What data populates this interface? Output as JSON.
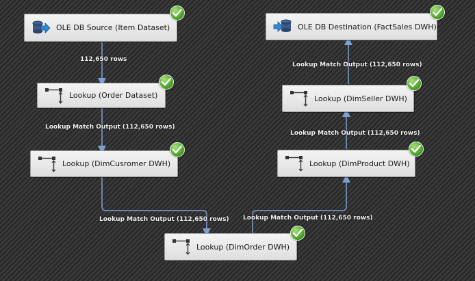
{
  "nodes": {
    "source": {
      "label": "OLE DB Source (Item Dataset)",
      "icon": "database-source-icon"
    },
    "lookup_order": {
      "label": "Lookup (Order Dataset)",
      "icon": "lookup-icon"
    },
    "lookup_customer": {
      "label": "Lookup (DimCusromer DWH)",
      "icon": "lookup-icon"
    },
    "lookup_dimorder": {
      "label": "Lookup (DimOrder DWH)",
      "icon": "lookup-icon"
    },
    "lookup_product": {
      "label": "Lookup (DimProduct DWH)",
      "icon": "lookup-icon"
    },
    "lookup_seller": {
      "label": "Lookup (DimSeller DWH)",
      "icon": "lookup-icon"
    },
    "destination": {
      "label": "OLE DB Destination (FactSales DWH)",
      "icon": "database-destination-icon"
    }
  },
  "paths": {
    "source_to_order": "112,650 rows",
    "order_to_customer": "Lookup Match Output (112,650 rows)",
    "customer_to_dimorder": "Lookup Match Output (112,650 rows)",
    "dimorder_to_product": "Lookup Match Output (112,650 rows)",
    "product_to_seller": "Lookup Match Output (112,650 rows)",
    "seller_to_destination": "Lookup Match Output (112,650 rows)"
  },
  "colors": {
    "wire": "#7f9fd1",
    "success": "#4aa02c",
    "background": "#2f2f2f"
  }
}
